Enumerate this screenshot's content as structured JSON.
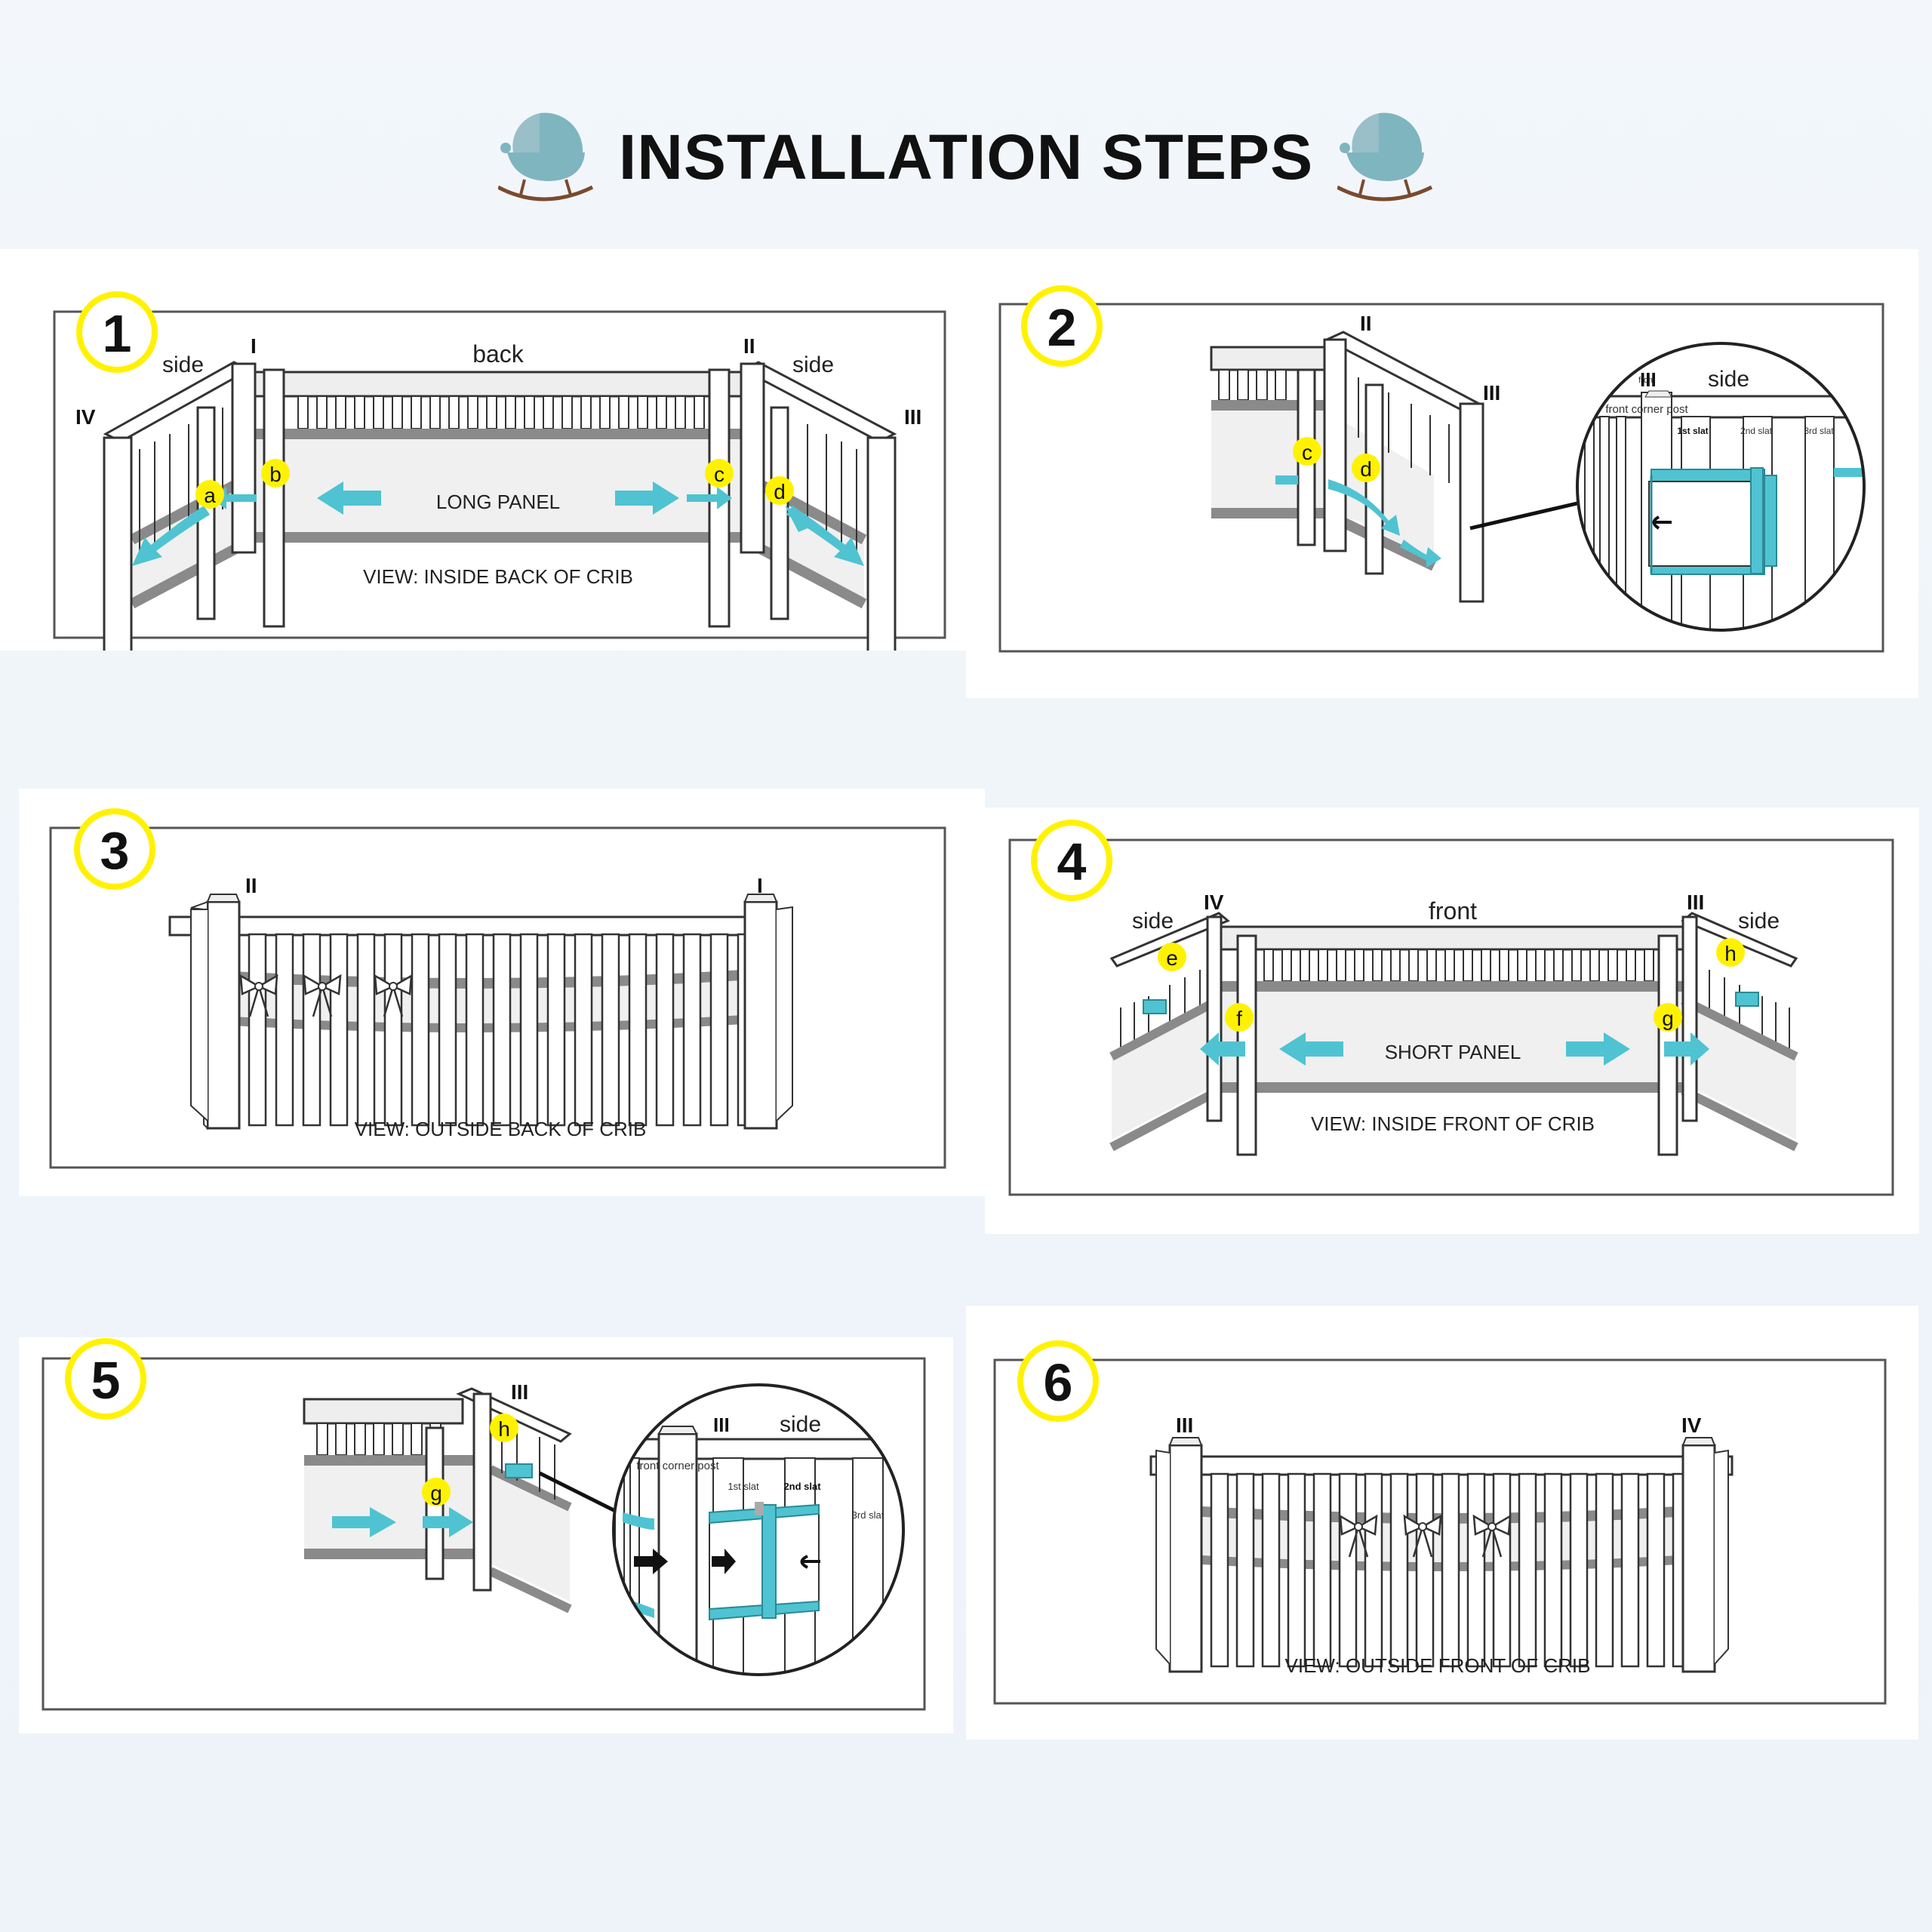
{
  "header": {
    "title": "INSTALLATION STEPS"
  },
  "steps": [
    {
      "number": "1",
      "labels": {
        "top_left_num": "I",
        "top_right_num": "II",
        "far_left_num": "IV",
        "far_right_num": "III",
        "side_left": "side",
        "side_right": "side",
        "back": "back",
        "panel": "LONG PANEL",
        "view": "VIEW: INSIDE BACK OF CRIB"
      },
      "ties": [
        "a",
        "b",
        "c",
        "d"
      ]
    },
    {
      "number": "2",
      "labels": {
        "num_ii": "II",
        "num_iii": "III",
        "zoom_num": "III",
        "zoom_side": "side",
        "post": "front corner post",
        "slat1": "1st slat",
        "slat2": "2nd slat",
        "slat3": "3rd slat"
      },
      "ties": [
        "c",
        "d"
      ]
    },
    {
      "number": "3",
      "labels": {
        "left_num": "II",
        "right_num": "I",
        "view": "VIEW: OUTSIDE BACK OF CRIB"
      }
    },
    {
      "number": "4",
      "labels": {
        "left_num": "IV",
        "right_num": "III",
        "side_left": "side",
        "side_right": "side",
        "front": "front",
        "panel": "SHORT PANEL",
        "view": "VIEW: INSIDE FRONT OF CRIB"
      },
      "ties": [
        "e",
        "f",
        "g",
        "h"
      ]
    },
    {
      "number": "5",
      "labels": {
        "num_iii": "III",
        "zoom_num": "III",
        "zoom_side": "side",
        "post": "front corner post",
        "slat1": "1st slat",
        "slat2": "2nd slat",
        "slat3": "3rd slat"
      },
      "ties": [
        "g",
        "h"
      ]
    },
    {
      "number": "6",
      "labels": {
        "left_num": "III",
        "right_num": "IV",
        "view": "VIEW: OUTSIDE FRONT OF CRIB"
      }
    }
  ],
  "colors": {
    "accent": "#4fc3d1",
    "badge": "#fff200",
    "frame": "#3a3a3a",
    "pram": "#7fb5bf",
    "rocker": "#7a4a2e"
  },
  "icons": [
    "pram-icon"
  ]
}
